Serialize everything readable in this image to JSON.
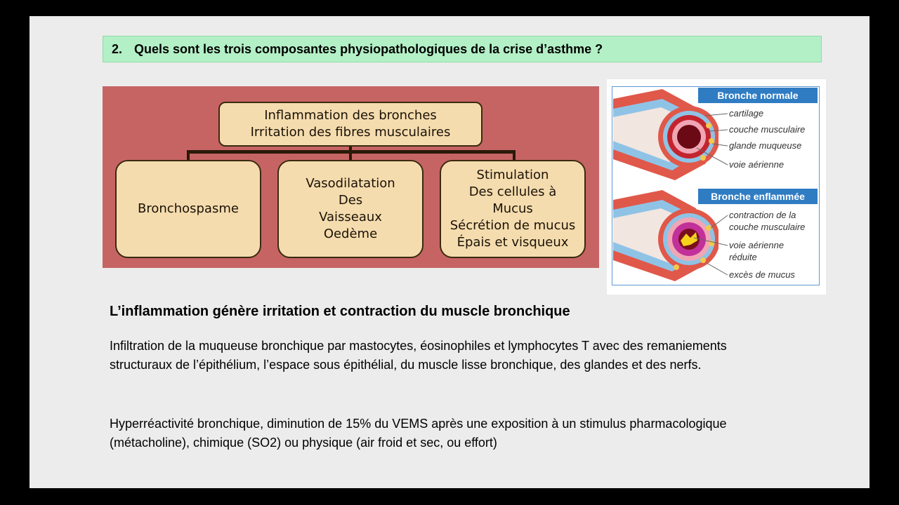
{
  "question": {
    "number": "2.",
    "text": "Quels sont les trois composantes  physiopathologiques de la crise d’asthme ?"
  },
  "flowchart": {
    "top": [
      "Inflammation des bronches",
      "Irritation des fibres musculaires"
    ],
    "branches": [
      [
        "Bronchospasme"
      ],
      [
        "Vasodilatation",
        "Des",
        "Vaisseaux",
        "Oedème"
      ],
      [
        "Stimulation",
        "Des cellules à",
        "Mucus",
        "Sécrétion de mucus",
        "Épais et visqueux"
      ]
    ]
  },
  "bronche_panel": {
    "normal": {
      "title": "Bronche normale",
      "labels": [
        "cartilage",
        "couche musculaire",
        "glande muqueuse",
        "voie aérienne"
      ]
    },
    "inflamed": {
      "title": "Bronche enflammée",
      "labels": [
        "contraction de la",
        "couche musculaire",
        "voie aérienne",
        "réduite",
        "excès de mucus"
      ]
    }
  },
  "subtitle": "L’inflammation génère irritation et contraction du muscle bronchique",
  "paragraph1": {
    "line1": "Infiltration de la muqueuse bronchique par mastocytes, éosinophiles et lymphocytes T avec des remaniements",
    "line2": "structuraux de l’épithélium, l’espace sous épithélial, du muscle lisse bronchique, des glandes et des nerfs."
  },
  "paragraph2": {
    "line1": "Hyperréactivité bronchique, diminution de 15% du VEMS après une exposition à un stimulus pharmacologique",
    "line2": "(métacholine), chimique (SO2) ou physique (air froid et sec, ou effort)"
  },
  "colors": {
    "question_bg": "#b3f0c6",
    "flow_bg": "#c66464",
    "box_fill": "#f5dcae",
    "panel_header": "#2f7cc3"
  }
}
